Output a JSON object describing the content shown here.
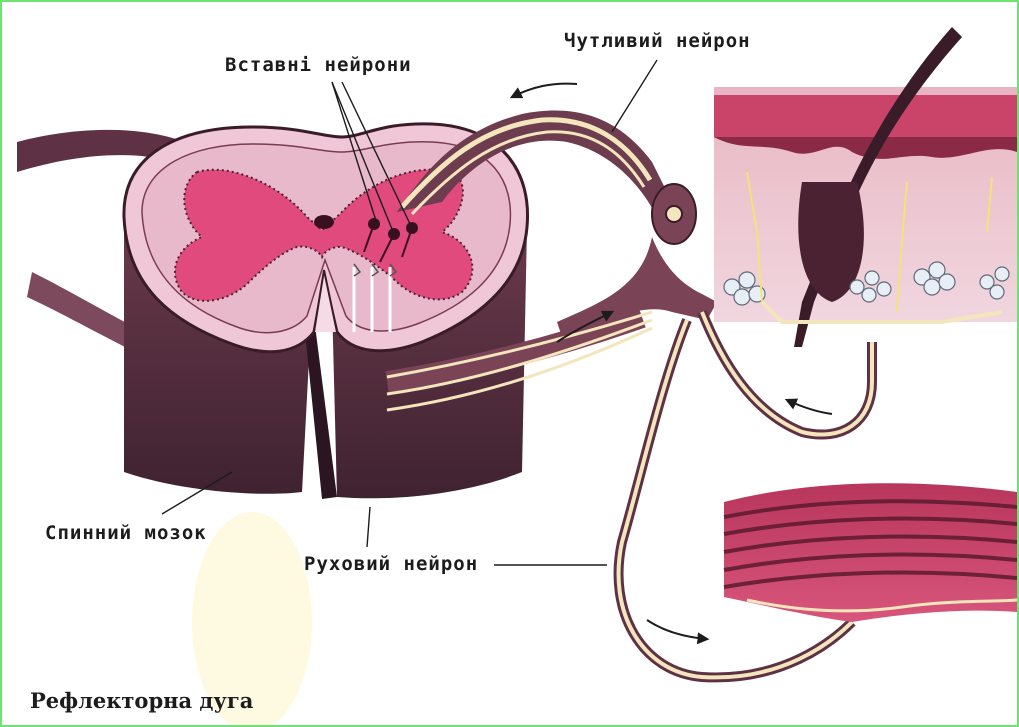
{
  "labels": {
    "interneurons": "Вставні нейрони",
    "sensory_neuron": "Чутливий нейрон",
    "spinal_cord": "Спинний мозок",
    "motor_neuron": "Руховий нейрон"
  },
  "caption": "Рефлекторна дуга",
  "colors": {
    "border": "#6fe36f",
    "cord_outer": "#5a3040",
    "grey_matter": "#e0457a",
    "white_matter": "#e9c4d6",
    "nerve": "#f3e6bd",
    "skin_epidermis": "#c94468",
    "muscle": "#c83b66"
  }
}
